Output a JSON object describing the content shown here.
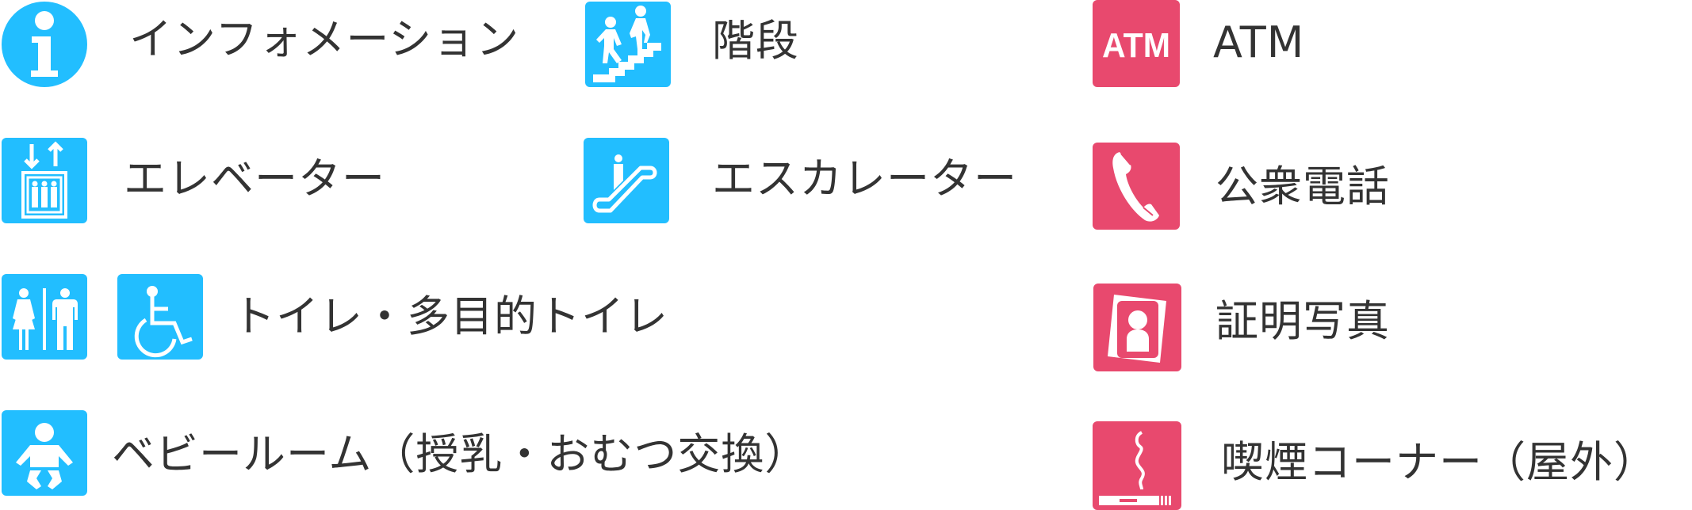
{
  "colors": {
    "blue": "#22BEFF",
    "pink": "#E8496E",
    "text": "#333333"
  },
  "facilities": {
    "information": {
      "icon": "information-icon",
      "label": "インフォメーション"
    },
    "stairs": {
      "icon": "stairs-icon",
      "label": "階段"
    },
    "atm": {
      "icon": "atm-icon",
      "icon_text": "ATM",
      "label": "ATM"
    },
    "elevator": {
      "icon": "elevator-icon",
      "label": "エレベーター"
    },
    "escalator": {
      "icon": "escalator-icon",
      "label": "エスカレーター"
    },
    "payphone": {
      "icon": "telephone-icon",
      "label": "公衆電話"
    },
    "toilet": {
      "icons": [
        "restroom-icon",
        "wheelchair-icon"
      ],
      "label": "トイレ・多目的トイレ"
    },
    "id_photo": {
      "icon": "id-photo-icon",
      "label": "証明写真"
    },
    "baby_room": {
      "icon": "baby-icon",
      "label": "ベビールーム（授乳・おむつ交換）"
    },
    "smoking": {
      "icon": "smoking-icon",
      "label": "喫煙コーナー（屋外）"
    }
  }
}
